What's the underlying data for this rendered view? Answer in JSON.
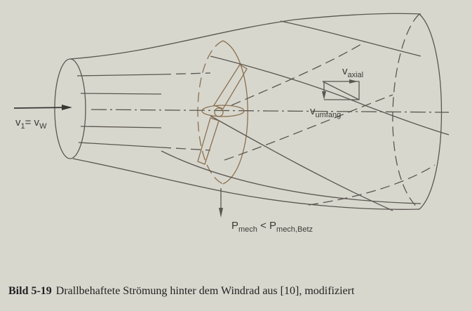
{
  "labels": {
    "inflow": {
      "v": "v",
      "sub1": "1",
      "eq": "= v",
      "subW": "W"
    },
    "axial": {
      "v": "v",
      "sub": "axial"
    },
    "umfang": {
      "v": "v",
      "sub": "umfang"
    },
    "power": {
      "p1": "P",
      "sub1": "mech",
      "lt": " < P",
      "sub2": "mech,Betz"
    }
  },
  "caption": {
    "number": "Bild 5-19",
    "text": "Drallbehaftete Strömung hinter dem Windrad aus [10], modifiziert"
  }
}
